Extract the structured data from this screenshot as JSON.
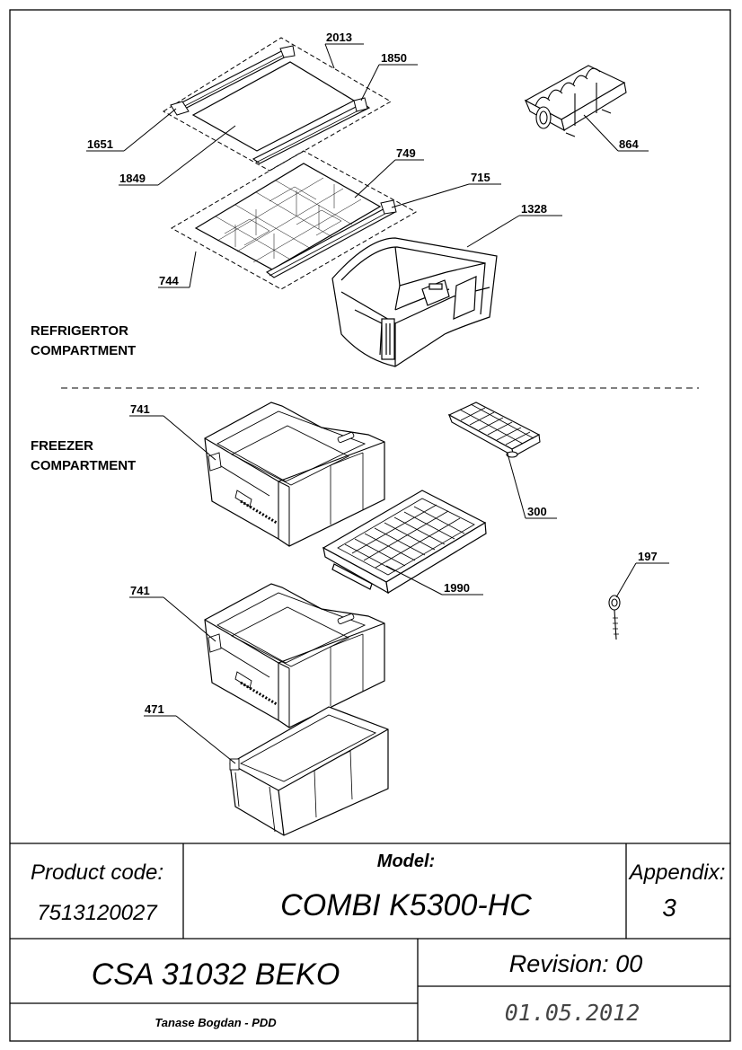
{
  "callouts": {
    "p2013": "2013",
    "p1850": "1850",
    "p1651": "1651",
    "p1849": "1849",
    "p749": "749",
    "p715": "715",
    "p864": "864",
    "p1328": "1328",
    "p744": "744",
    "p741a": "741",
    "p300": "300",
    "p1990": "1990",
    "p197": "197",
    "p741b": "741",
    "p471": "471"
  },
  "sections": {
    "fridge_line1": "REFRIGERTOR",
    "fridge_line2": "COMPARTMENT",
    "freezer_line1": "FREEZER",
    "freezer_line2": "COMPARTMENT"
  },
  "title_block": {
    "product_code_label": "Product code:",
    "product_code_value": "7513120027",
    "model_label": "Model:",
    "model_value": "COMBI K5300-HC",
    "appendix_label": "Appendix:",
    "appendix_value": "3",
    "document": "CSA 31032  BEKO",
    "revision": "Revision: 00",
    "author": "Tanase Bogdan - PDD",
    "date": "01.05.2012"
  }
}
